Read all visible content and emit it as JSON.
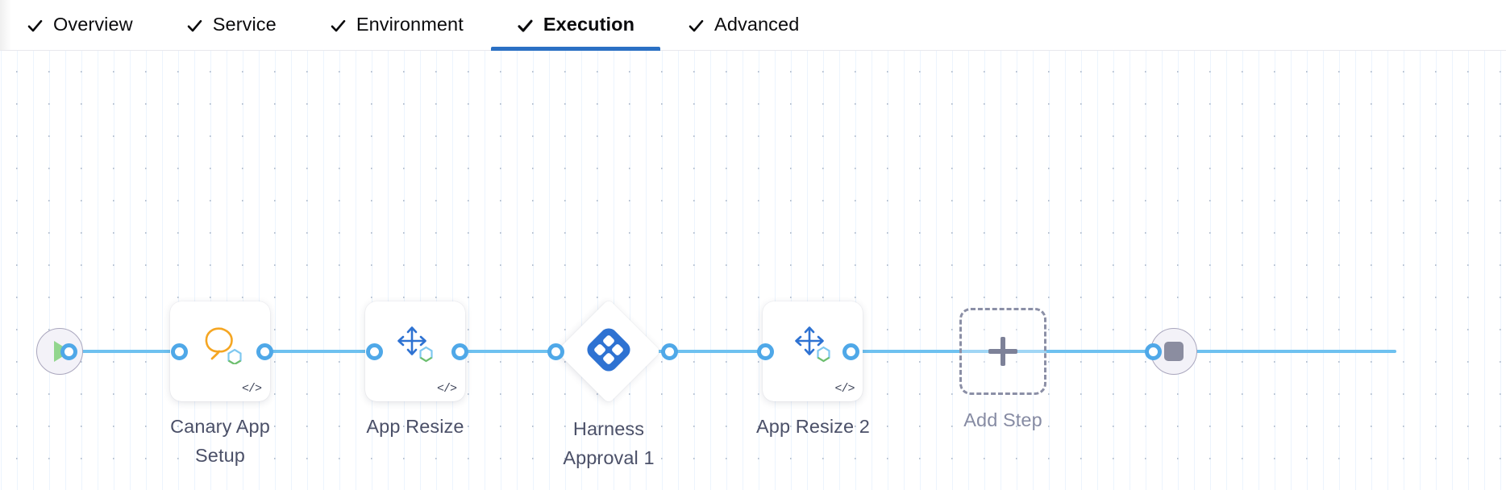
{
  "tabs": [
    {
      "label": "Overview",
      "icon": "check-icon",
      "active": false
    },
    {
      "label": "Service",
      "icon": "check-icon",
      "active": false
    },
    {
      "label": "Environment",
      "icon": "check-icon",
      "active": false
    },
    {
      "label": "Execution",
      "icon": "check-icon",
      "active": true
    },
    {
      "label": "Advanced",
      "icon": "check-icon",
      "active": false
    }
  ],
  "canvas": {
    "start_node": {
      "name": "start-node",
      "icon": "play-icon"
    },
    "end_node": {
      "name": "end-node",
      "icon": "stop-icon"
    },
    "steps": [
      {
        "label": "Canary App\nSetup",
        "icon": "canary-bird-icon",
        "badge": "</>",
        "shape": "card"
      },
      {
        "label": "App Resize",
        "icon": "resize-arrows-icon",
        "badge": "</>",
        "shape": "card"
      },
      {
        "label": "Harness\nApproval 1",
        "icon": "harness-logo-icon",
        "badge": "",
        "shape": "diamond"
      },
      {
        "label": "App Resize 2",
        "icon": "resize-arrows-icon",
        "badge": "</>",
        "shape": "card"
      }
    ],
    "add_step": {
      "label": "Add Step",
      "icon": "plus-icon"
    }
  },
  "colors": {
    "accent_blue": "#2b70c4",
    "connector_blue": "#4fa8e8",
    "rail_blue": "#6ec1f0",
    "canary_orange": "#f5a623",
    "harness_blue": "#2e72d2",
    "label_slate": "#4b5068",
    "muted_slate": "#868ba3",
    "terminal_ring": "#a9a6bd",
    "play_green": "#92d68e",
    "stop_gray": "#8b8da0",
    "dashed_gray": "#8b8fa6"
  }
}
